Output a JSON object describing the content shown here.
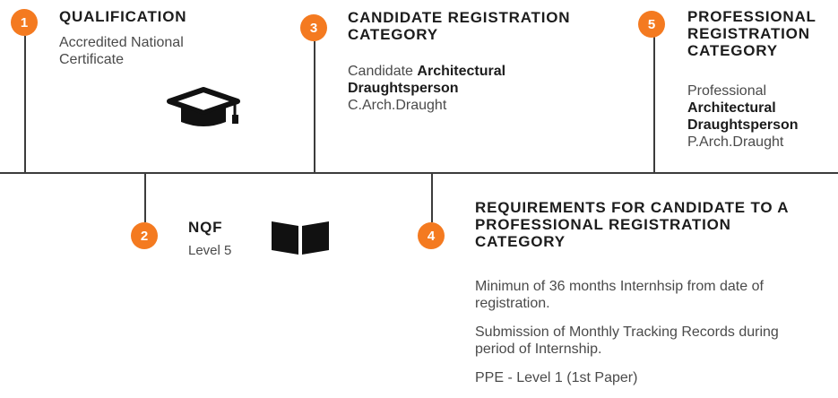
{
  "accent_color": "#f47a20",
  "steps": [
    {
      "number": "1",
      "title": "QUALIFICATION",
      "text": "Accredited National Certificate",
      "icon": "graduation-cap-icon"
    },
    {
      "number": "2",
      "title": "NQF",
      "text": "Level 5",
      "icon": "open-book-icon"
    },
    {
      "number": "3",
      "title": "CANDIDATE REGISTRATION CATEGORY",
      "prefix": "Candidate",
      "emphasis": "Architectural Draughtsperson",
      "abbrev": "C.Arch.Draught"
    },
    {
      "number": "4",
      "title": "REQUIREMENTS FOR CANDIDATE TO A PROFESSIONAL REGISTRATION CATEGORY",
      "requirements": [
        "Minimun of 36 months Internhsip from date of registration.",
        "Submission of Monthly Tracking Records during period of Internship.",
        "PPE - Level 1 (1st Paper)"
      ]
    },
    {
      "number": "5",
      "title": "PROFESSIONAL REGISTRATION CATEGORY",
      "prefix": "Professional",
      "emphasis": "Architectural Draughtsperson",
      "abbrev": "P.Arch.Draught"
    }
  ]
}
